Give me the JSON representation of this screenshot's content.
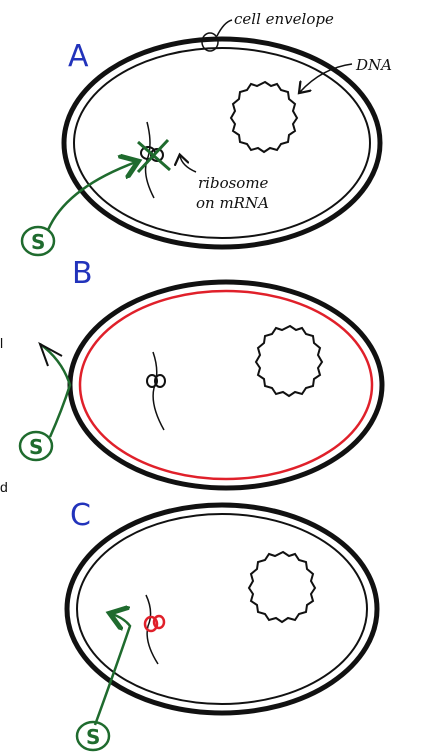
{
  "panels": [
    {
      "letter": "A",
      "envelope_stroke": "#111111",
      "s_label": "S",
      "label_dna": "DNA",
      "label_cell_envelope": "cell envelope",
      "label_ribosome_line1": "ribosome",
      "label_ribosome_line2": "on mRNA"
    },
    {
      "letter": "B",
      "envelope_stroke": "#111111",
      "inner_membrane_color": "#e0202a",
      "s_label": "S"
    },
    {
      "letter": "C",
      "envelope_stroke": "#111111",
      "ribosome_color": "#e0202a",
      "s_label": "S"
    }
  ],
  "colors": {
    "letter": "#2233bb",
    "green": "#1f6b2e",
    "red": "#e0202a",
    "ink": "#111111"
  },
  "stray_marks": [
    "l",
    "d"
  ]
}
